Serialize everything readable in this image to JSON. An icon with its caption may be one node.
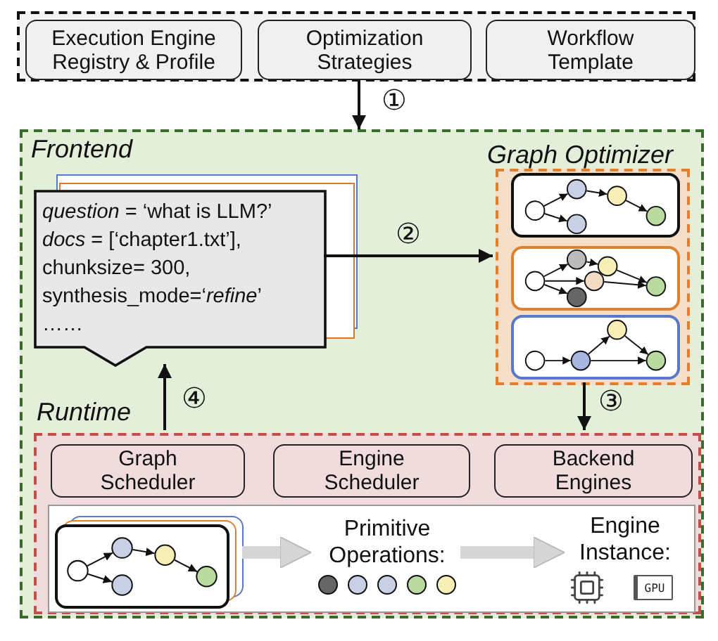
{
  "diagram": {
    "nodes": [
      {
        "text": [],
        "shape": "box"
      },
      {
        "text": [
          "Execution Engine Registry & Profile"
        ],
        "in": 0
      },
      {
        "text": [
          "Optimization Strategies"
        ],
        "in": 0
      },
      {
        "text": [
          "Workflow Template"
        ],
        "in": 0
      },
      {
        "text": [
          "Frontend"
        ]
      },
      {
        "text": [
          "*question* = ‘what is LLM?’",
          "*docs* = [‘chapter1.txt’],",
          "chunksize= 300,",
          "synthesis_mode=‘*refine*’",
          "……"
        ],
        "in": 4
      },
      {
        "text": [
          "Graph Optimizer"
        ],
        "in": 4
      },
      {
        "text": [
          "Runtime"
        ],
        "in": 4
      },
      {
        "text": [
          "Graph Scheduler"
        ],
        "in": 7
      },
      {
        "text": [
          "Engine Scheduler"
        ],
        "in": 7
      },
      {
        "text": [
          "Backend Engines"
        ],
        "in": 7
      },
      {
        "text": [],
        "shape": "box",
        "in": 7
      },
      {
        "text": [],
        "shape": "picture",
        "in": 11
      },
      {
        "text": [
          "Primitive Operations:"
        ],
        "in": 11
      },
      {
        "text": [
          "Engine Instance:"
        ],
        "in": 11
      }
    ],
    "edges": [
      {
        "from": 0,
        "to": 4,
        "arrow": "to",
        "label": "①"
      },
      {
        "from": 5,
        "to": 6,
        "arrow": "to",
        "label": "②"
      },
      {
        "from": 6,
        "to": 7,
        "arrow": "to",
        "label": "③"
      },
      {
        "from": 7,
        "to": 5,
        "arrow": "to",
        "label": "④"
      },
      {
        "from": 12,
        "to": 13,
        "arrow": "to",
        "style": "thick",
        "color": "#d6d6d6"
      },
      {
        "from": 13,
        "to": 14,
        "arrow": "to",
        "style": "thick",
        "color": "#d6d6d6"
      }
    ],
    "labels": [
      "GPU"
    ]
  }
}
